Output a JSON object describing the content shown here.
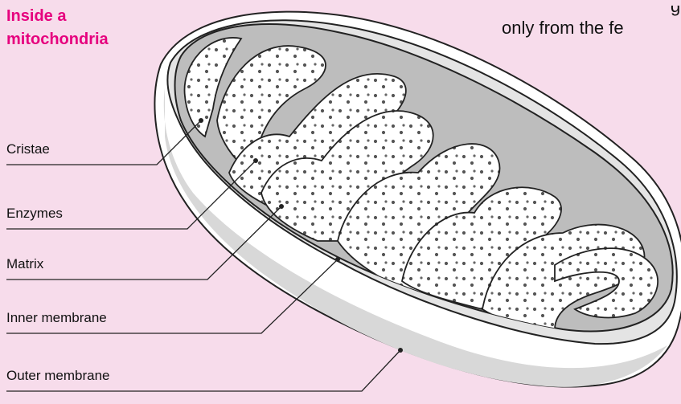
{
  "title_line1": "Inside a",
  "title_line2": "mitochondria",
  "background_text_line1": "g",
  "background_text_line2": "only from the fe",
  "labels": {
    "cristae": "Cristae",
    "enzymes": "Enzymes",
    "matrix": "Matrix",
    "inner_membrane": "Inner membrane",
    "outer_membrane": "Outer membrane"
  },
  "colors": {
    "background": "#f7dceb",
    "title": "#e6007e"
  }
}
